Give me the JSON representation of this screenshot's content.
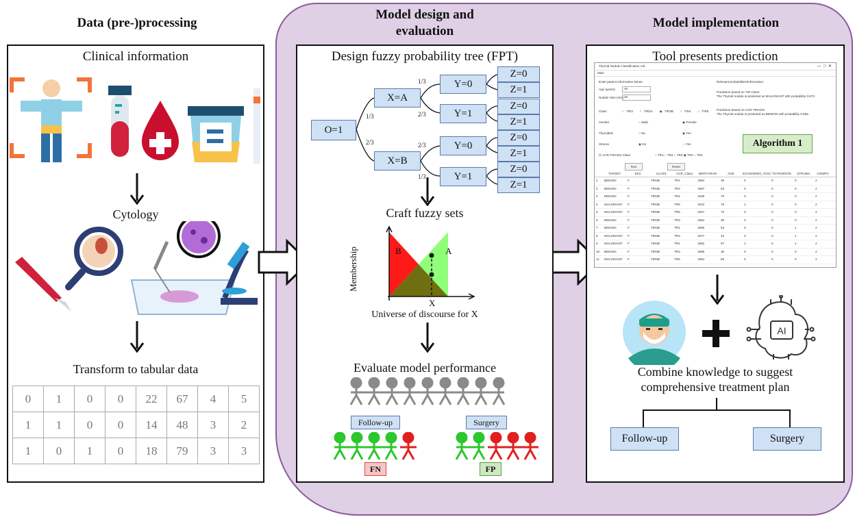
{
  "columns": [
    {
      "title": "Data (pre-)processing"
    },
    {
      "title_line1": "Model design and",
      "title_line2": "evaluation"
    },
    {
      "title": "Model implementation"
    }
  ],
  "left": {
    "heading": "Clinical information",
    "cytology": "Cytology",
    "transform": "Transform to tabular data",
    "table": [
      [
        "0",
        "1",
        "0",
        "0",
        "22",
        "67",
        "4",
        "5"
      ],
      [
        "1",
        "1",
        "0",
        "0",
        "14",
        "48",
        "3",
        "2"
      ],
      [
        "1",
        "0",
        "1",
        "0",
        "18",
        "79",
        "3",
        "3"
      ]
    ]
  },
  "middle": {
    "heading": "Design fuzzy probability tree (FPT)",
    "tree": {
      "root": "O=1",
      "xa": "X=A",
      "xb": "X=B",
      "y0": "Y=0",
      "y1": "Y=1",
      "z0": "Z=0",
      "z1": "Z=1",
      "p13": "1/3",
      "p23": "2/3"
    },
    "fuzzy_title": "Craft fuzzy sets",
    "fuzzy_ylabel": "Membership",
    "fuzzy_xlabel": "X",
    "fuzzy_caption": "Universe of discourse for X",
    "set_b": "B",
    "set_a": "A",
    "eval_title": "Evaluate model performance",
    "followup": "Follow-up",
    "surgery": "Surgery",
    "fn": "FN",
    "fp": "FP"
  },
  "right": {
    "heading": "Tool presents prediction",
    "app": {
      "window_title": "Thyroid Nodule Classification Aid",
      "menu": "Main",
      "enter_info": "Enter patient information below:",
      "age_label": "Age (years)",
      "age_value": "46",
      "size_label": "Nodule Size (mm)",
      "size_value": "18",
      "class_label": "Class",
      "class_options": [
        "TIR2",
        "TIR3A",
        "TIR3B",
        "TIR4",
        "TIR5"
      ],
      "gender_label": "Gender",
      "gender_options": [
        "Male",
        "Female"
      ],
      "thyroiditis_label": "Thyroiditis",
      "struma_label": "Struma",
      "no": "No",
      "yes": "Yes",
      "acr_label": "ACR-TIRADS Class",
      "acr_options": [
        "TR1",
        "TR2",
        "TR3",
        "TR4",
        "TR5"
      ],
      "run": "Run",
      "reset": "Reset",
      "relevant": "Relevant probabilities/information:",
      "pred1_title": "Prediction based on TIR Class:",
      "pred1_text": "The Thyroid nodule is predicted as MALIGNANT with probability 0.573.",
      "pred2_title": "Prediction based on ACR-TIRADS:",
      "pred2_text": "The Thyroid nodule is predicted as BENIGN with probability 0.666.",
      "algorithm": "Algorithm 1",
      "table_headers": [
        "TARGET",
        "SEX",
        "CLASS",
        "ACR_Class",
        "BIRTHYEAR",
        "AGE",
        "ECHOGENIC_FOCI",
        "THYROIDITE",
        "STRUMA",
        "COMPO"
      ],
      "table_rows": [
        [
          "1",
          "BENIGN",
          "F",
          "TIR3B",
          "TR4",
          "1984",
          "35",
          "0",
          "0",
          "0",
          "2"
        ],
        [
          "2",
          "BENIGN",
          "F",
          "TIR3B",
          "TR3",
          "1967",
          "52",
          "0",
          "0",
          "0",
          "2"
        ],
        [
          "3",
          "BENIGN",
          "F",
          "TIR3B",
          "TR4",
          "1949",
          "70",
          "0",
          "0",
          "0",
          "2"
        ],
        [
          "4",
          "MALIGNANT",
          "F",
          "TIR3B",
          "TR5",
          "1943",
          "76",
          "1",
          "0",
          "0",
          "2"
        ],
        [
          "5",
          "MALIGNANT",
          "F",
          "TIR3B",
          "TR5",
          "1947",
          "72",
          "0",
          "0",
          "0",
          "2"
        ],
        [
          "6",
          "BENIGN",
          "F",
          "TIR3B",
          "TR3",
          "1984",
          "35",
          "0",
          "0",
          "0",
          "2"
        ],
        [
          "7",
          "BENIGN",
          "F",
          "TIR3B",
          "TR4",
          "1955",
          "64",
          "0",
          "0",
          "1",
          "2"
        ],
        [
          "8",
          "MALIGNANT",
          "F",
          "TIR3B",
          "TR3",
          "1977",
          "42",
          "0",
          "0",
          "1",
          "2"
        ],
        [
          "9",
          "MALIGNANT",
          "F",
          "TIR3B",
          "TR4",
          "1962",
          "57",
          "1",
          "0",
          "1",
          "2"
        ],
        [
          "10",
          "BENIGN",
          "F",
          "TIR3B",
          "TR3",
          "1989",
          "30",
          "0",
          "0",
          "0",
          "2"
        ],
        [
          "11",
          "MALIGNANT",
          "F",
          "TIR3B",
          "TR5",
          "1964",
          "56",
          "0",
          "0",
          "0",
          "2"
        ]
      ]
    },
    "combine_line1": "Combine knowledge to suggest",
    "combine_line2": "comprehensive treatment plan",
    "followup": "Follow-up",
    "surgery": "Surgery"
  }
}
